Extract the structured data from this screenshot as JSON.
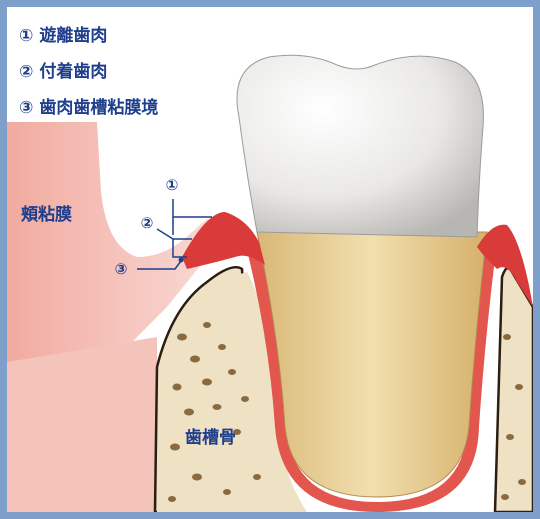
{
  "legend": [
    {
      "marker": "①",
      "text": "遊離歯肉"
    },
    {
      "marker": "②",
      "text": "付着歯肉"
    },
    {
      "marker": "③",
      "text": "歯肉歯槽粘膜境"
    }
  ],
  "callouts": [
    "①",
    "②",
    "③"
  ],
  "labels": {
    "cheek_mucosa": "頬粘膜",
    "alveolar_bone": "歯槽骨"
  },
  "colors": {
    "border": "#7e9fc9",
    "text": "#1f3e8c",
    "mucosa": "#f2b8ae",
    "gingiva": "#d93a3a",
    "bone": "#efe2c4",
    "root": "#e7cf93",
    "enamel": "#ecebea"
  }
}
